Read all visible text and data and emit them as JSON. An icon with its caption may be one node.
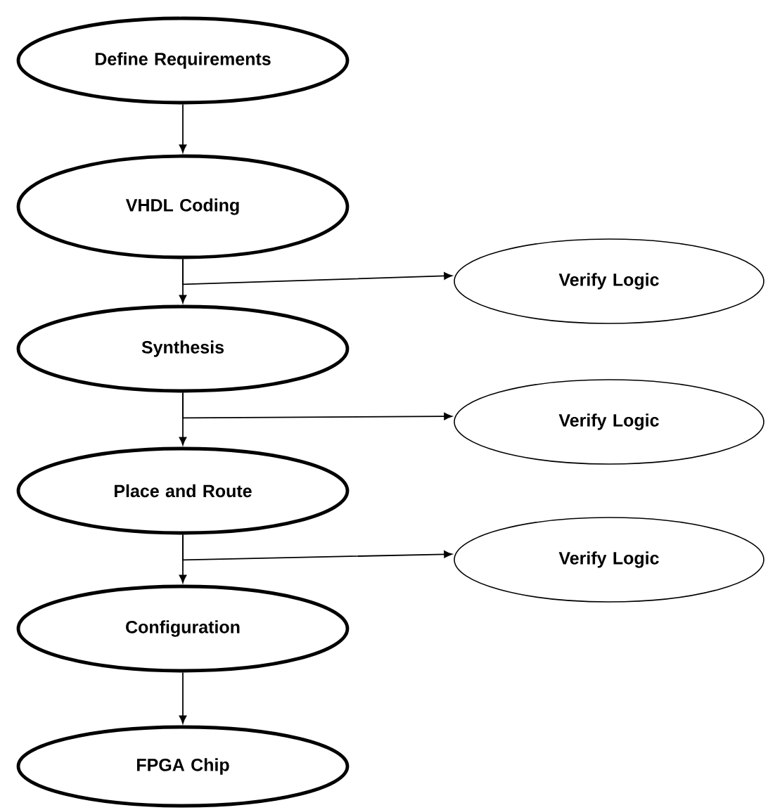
{
  "diagram": {
    "nodes": [
      {
        "text": [
          "Define Requirements"
        ]
      },
      {
        "text": [
          "VHDL Coding"
        ]
      },
      {
        "text": [
          "Verify Logic"
        ]
      },
      {
        "text": [
          "Synthesis"
        ]
      },
      {
        "text": [
          "Verify Logic"
        ]
      },
      {
        "text": [
          "Place and Route"
        ]
      },
      {
        "text": [
          "Verify Logic"
        ]
      },
      {
        "text": [
          "Configuration"
        ]
      },
      {
        "text": [
          "FPGA Chip"
        ]
      }
    ],
    "edges": [
      {
        "from": 0,
        "to": 1,
        "arrow": "to"
      },
      {
        "from": 1,
        "to": 3,
        "arrow": "to"
      },
      {
        "from": 1,
        "to": 2,
        "arrow": "to"
      },
      {
        "from": 3,
        "to": 5,
        "arrow": "to"
      },
      {
        "from": 3,
        "to": 4,
        "arrow": "to"
      },
      {
        "from": 5,
        "to": 7,
        "arrow": "to"
      },
      {
        "from": 5,
        "to": 6,
        "arrow": "to"
      },
      {
        "from": 7,
        "to": 8,
        "arrow": "to"
      }
    ]
  }
}
